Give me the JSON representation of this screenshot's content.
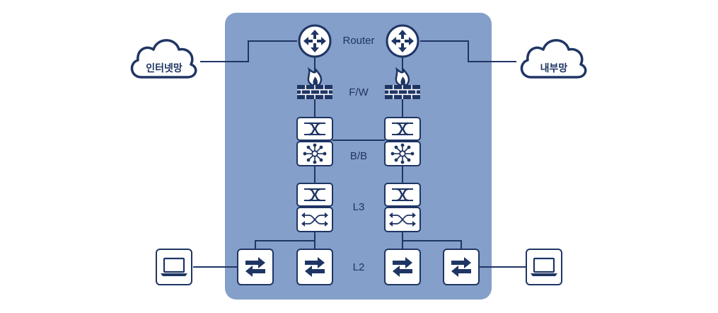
{
  "clouds": {
    "internet": "인터넷망",
    "internal": "내부망"
  },
  "layers": {
    "router": "Router",
    "firewall": "F/W",
    "backbone": "B/B",
    "l3": "L3",
    "l2": "L2"
  },
  "colors": {
    "panel": "#849fc9",
    "device_fill": "#ffffff",
    "device_stroke": "#1f3564",
    "line": "#1f3564",
    "icon": "#1f3564"
  },
  "icons": {
    "router": "router-icon",
    "firewall": "firewall-icon",
    "backbone_top": "switch-x-icon",
    "backbone_bottom": "hub-star-icon",
    "l3_top": "switch-x-icon",
    "l3_bottom": "crossing-arrows-icon",
    "l2": "exchange-arrows-icon",
    "client": "laptop-icon",
    "cloud": "cloud-icon"
  }
}
